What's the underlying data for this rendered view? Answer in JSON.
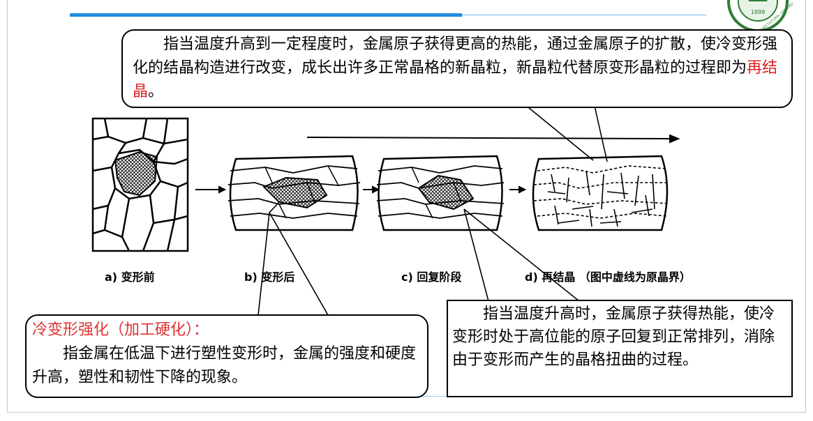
{
  "slide": {
    "logo_year": "1898",
    "logo_text": "AGRICULTURAL UNIVERSITY"
  },
  "callout_top": {
    "text_before": "指当温度升高到一定程度时，金属原子获得更高的热能，通过金属原子的扩散，使冷变形强化的结晶构造进行改变，成长出许多正常晶格的新晶粒，新晶粒代替原变形晶粒的过程即为",
    "highlight": "再结晶",
    "text_after": "。"
  },
  "callout_left": {
    "title": "冷变形强化（加工硬化）：",
    "body": "指金属在低温下进行塑性变形时，金属的强度和硬度升高，塑性和韧性下降的现象。"
  },
  "callout_right": {
    "body": "指当温度升高时，金属原子获得热能，使冷变形时处于高位能的原子回复到正常排列，消除由于变形而产生的晶格扭曲的过程。"
  },
  "captions": {
    "a": "a)  变形前",
    "b": "b)  变形后",
    "c": "c)  回复阶段",
    "d": "d)  再结晶  （图中虚线为原晶界）"
  },
  "colors": {
    "accent_blue": "#1f8fe0",
    "highlight_red": "#e02020",
    "logo_green": "#2e7d32"
  }
}
